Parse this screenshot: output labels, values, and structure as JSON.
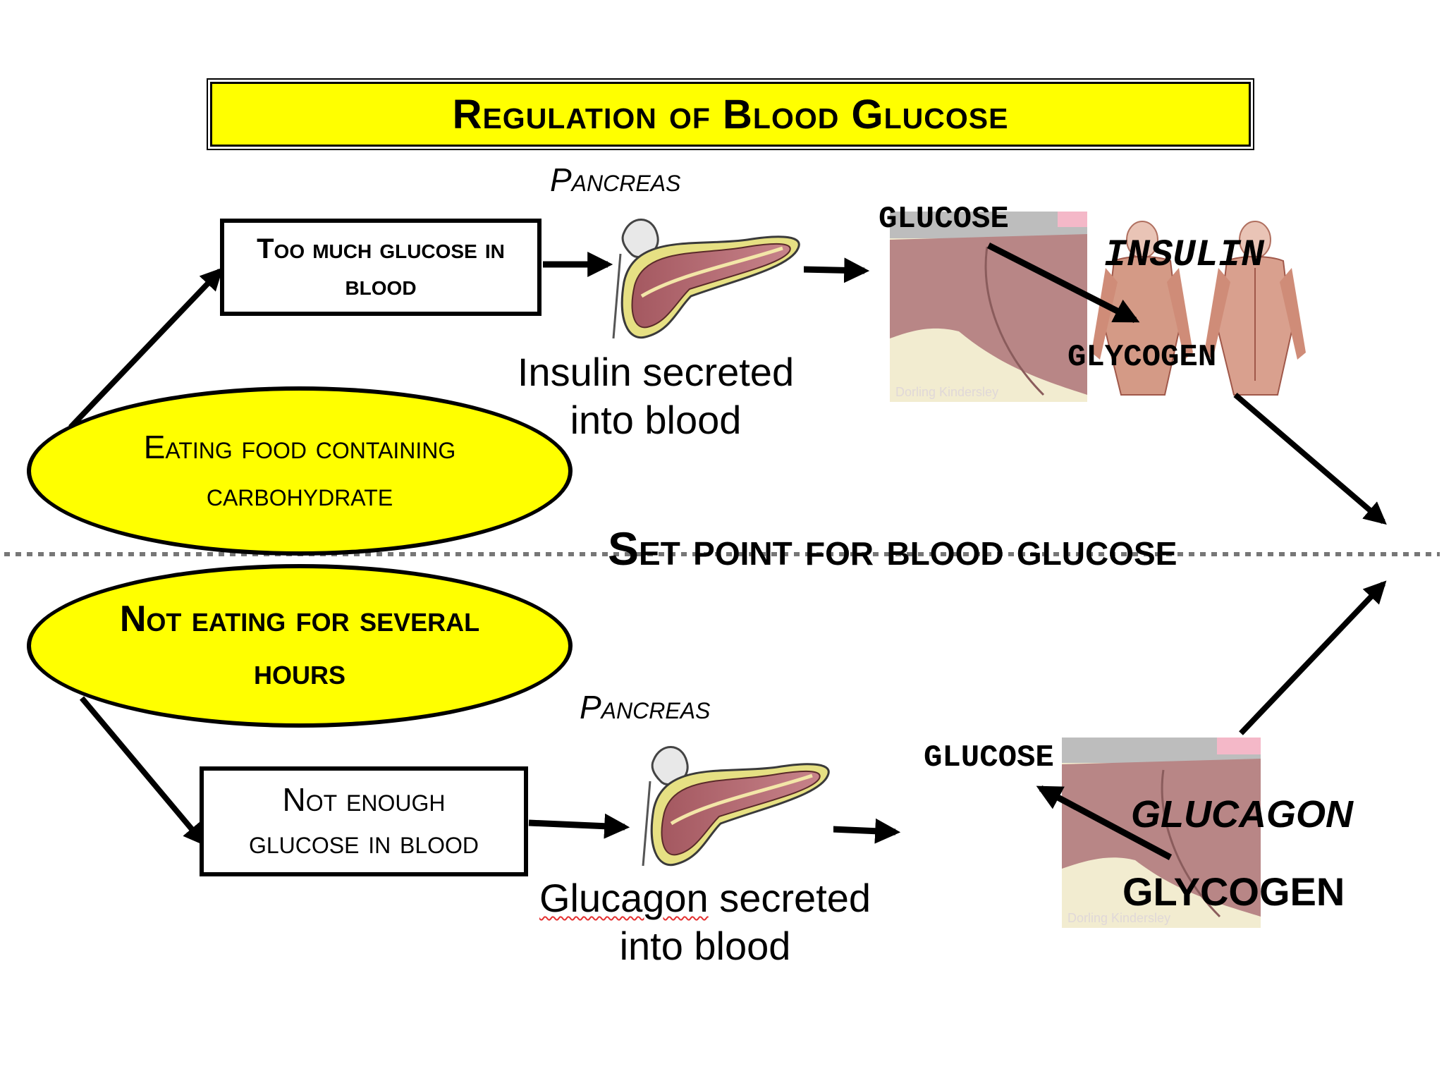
{
  "title": "Regulation of Blood Glucose",
  "top_path": {
    "stimulus": "Eating food containing carbohydrate",
    "condition": "Too much glucose in blood",
    "organ": "Pancreas",
    "secretion_hormone": "Insulin",
    "secretion_rest": "secreted",
    "secretion_line2": "into blood",
    "target_from": "GLUCOSE",
    "target_hormone": "INSULIN",
    "target_to": "GLYCOGEN"
  },
  "set_point": "Set point for blood glucose",
  "bottom_path": {
    "stimulus": "Not eating for several hours",
    "condition_line1": "Not enough",
    "condition_line2": "glucose in blood",
    "organ": "Pancreas",
    "secretion_hormone": "Glucagon",
    "secretion_rest": "secreted",
    "secretion_line2": "into blood",
    "target_to": "GLUCOSE",
    "target_hormone": "GLUCAGON",
    "target_from": "GLYCOGEN"
  },
  "colors": {
    "highlight": "#ffff00",
    "outline": "#000000",
    "tissue": "#b88686",
    "tissue_dark": "#9a6a6a",
    "image_bg": "#f2ecd0"
  }
}
